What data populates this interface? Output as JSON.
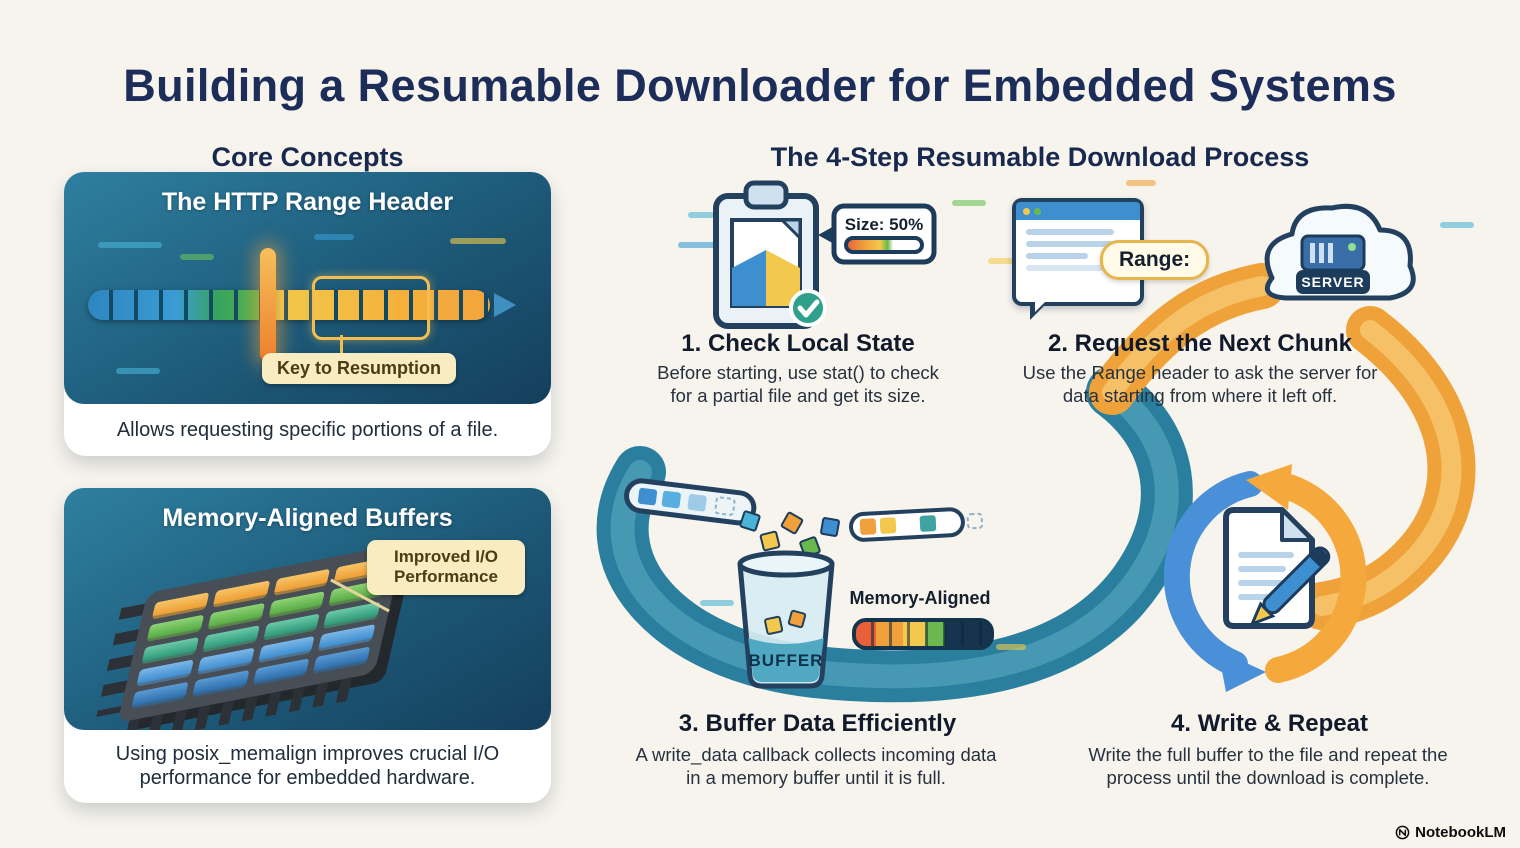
{
  "title": "Building a Resumable Downloader for Embedded Systems",
  "core": {
    "heading": "Core Concepts",
    "range_card": {
      "title": "The HTTP Range Header",
      "tag": "Key to Resumption",
      "caption": "Allows requesting specific portions of a file."
    },
    "buffer_card": {
      "title": "Memory-Aligned Buffers",
      "tag": "Improved I/O Performance",
      "caption": "Using posix_memalign improves crucial I/O performance for embedded hardware."
    }
  },
  "process": {
    "heading": "The 4-Step Resumable Download Process",
    "step1": {
      "title": "1. Check Local State",
      "desc": "Before starting, use stat() to check for a partial file and get its size.",
      "size_badge": "Size: 50%"
    },
    "step2": {
      "title": "2. Request the Next Chunk",
      "desc": "Use the Range header to ask the server for data starting from where it left off.",
      "range_badge": "Range:",
      "server_label": "SERVER"
    },
    "step3": {
      "title": "3. Buffer Data Efficiently",
      "desc": "A write_data callback collects incoming data in a memory buffer until it is full.",
      "buffer_label": "BUFFER",
      "aligned_label": "Memory-Aligned"
    },
    "step4": {
      "title": "4. Write & Repeat",
      "desc": "Write the full buffer to the file and repeat the process until the download is complete."
    }
  },
  "watermark": "NotebookLM",
  "palette": {
    "navy": "#1c2d5a",
    "ribbon_teal": "#2b7f9e",
    "ribbon_orange": "#f0a23a",
    "tag_yellow": "#f8ecc0",
    "accent_blue": "#3e8fd0",
    "accent_green": "#57ad45",
    "accent_yellow": "#f2c94c"
  }
}
